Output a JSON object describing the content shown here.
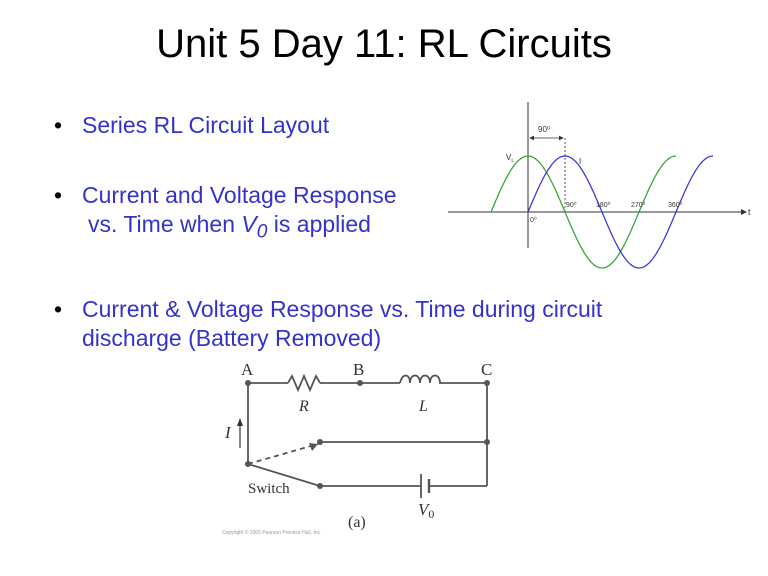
{
  "slide": {
    "title": "Unit 5 Day 11: RL Circuits",
    "bullets": [
      {
        "line1": "Series RL Circuit Layout"
      },
      {
        "line1": "Current and Voltage Response",
        "line2_pre": "vs. Time when ",
        "line2_var": "V",
        "line2_sub": "0",
        "line2_post": " is applied"
      },
      {
        "line1": "Current & Voltage Response vs. Time during circuit",
        "line2": "discharge (Battery Removed)"
      }
    ]
  },
  "waveform": {
    "phase_label": "90⁰",
    "voltage_label": "V",
    "voltage_sub": "L",
    "current_label": "I",
    "origin_label": "0⁰",
    "tick_labels": [
      "90⁰",
      "180⁰",
      "270⁰",
      "360⁰"
    ],
    "axis_label": "t",
    "voltage_color": "#3aa63a",
    "current_color": "#3b3bd9"
  },
  "circuit": {
    "node_a": "A",
    "node_b": "B",
    "node_c": "C",
    "resistor_label": "R",
    "inductor_label": "L",
    "current_label": "I",
    "switch_label": "Switch",
    "source_label_var": "V",
    "source_label_sub": "0",
    "caption": "(a)",
    "copyright": "Copyright © 2005 Pearson Prentice Hall, Inc."
  }
}
